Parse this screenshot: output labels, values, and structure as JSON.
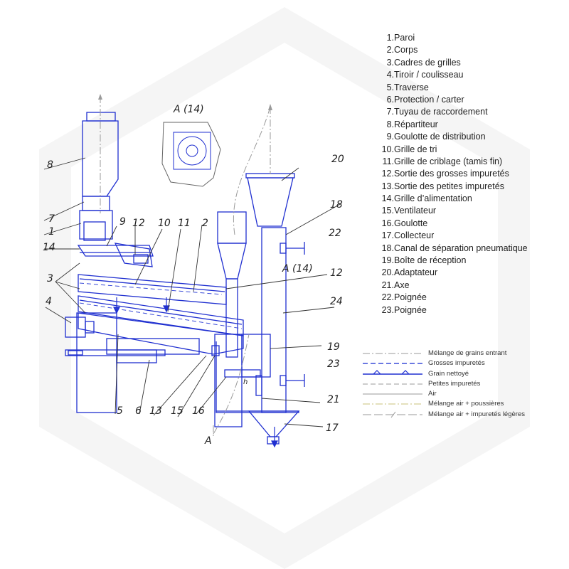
{
  "parts": [
    {
      "num": "1.",
      "label": "Paroi"
    },
    {
      "num": "2.",
      "label": "Corps"
    },
    {
      "num": "3.",
      "label": "Cadres de grilles"
    },
    {
      "num": "4.",
      "label": "Tiroir / coulisseau"
    },
    {
      "num": "5.",
      "label": "Traverse"
    },
    {
      "num": "6.",
      "label": "Protection / carter"
    },
    {
      "num": "7.",
      "label": "Tuyau de raccordement"
    },
    {
      "num": "8.",
      "label": "Répartiteur"
    },
    {
      "num": "9.",
      "label": "Goulotte de distribution"
    },
    {
      "num": "10.",
      "label": "Grille de tri"
    },
    {
      "num": "11.",
      "label": "Grille de criblage (tamis fin)"
    },
    {
      "num": "12.",
      "label": "Sortie des grosses impuretés"
    },
    {
      "num": "13.",
      "label": "Sortie des petites impuretés"
    },
    {
      "num": "14.",
      "label": "Grille d’alimentation"
    },
    {
      "num": "15.",
      "label": "Ventilateur"
    },
    {
      "num": "16.",
      "label": "Goulotte"
    },
    {
      "num": "17.",
      "label": "Collecteur"
    },
    {
      "num": "18.",
      "label": "Canal de séparation pneumatique"
    },
    {
      "num": "19.",
      "label": "Boîte de réception"
    },
    {
      "num": "20.",
      "label": "Adaptateur"
    },
    {
      "num": "21.",
      "label": "Axe"
    },
    {
      "num": "22.",
      "label": "Poignée"
    },
    {
      "num": "23.",
      "label": "Poignée"
    }
  ],
  "legend": [
    {
      "label": "Mélange de grains entrant",
      "style": "dashdot",
      "color": "#9a9a9a"
    },
    {
      "label": "Grosses impuretés",
      "style": "dashed",
      "color": "#3a4bd8"
    },
    {
      "label": "Grain nettoyé",
      "style": "solid-bumps",
      "color": "#1f2fd0"
    },
    {
      "label": "Petites impuretés",
      "style": "dashed-thin",
      "color": "#9a9a9a"
    },
    {
      "label": "Air",
      "style": "solid-thin",
      "color": "#9a9a9a"
    },
    {
      "label": "Mélange air + poussières",
      "style": "dashdot-thin",
      "color": "#c8c27a"
    },
    {
      "label": "Mélange air + impuretés légères",
      "style": "slash",
      "color": "#9a9a9a"
    }
  ],
  "callouts": {
    "n1": "1",
    "n2": "2",
    "n3": "3",
    "n4": "4",
    "n5": "5",
    "n6": "6",
    "n7": "7",
    "n8": "8",
    "n9": "9",
    "n10": "10",
    "n11": "11",
    "n12a": "12",
    "n12b": "12",
    "n13": "13",
    "n14": "14",
    "n15": "15",
    "n16": "16",
    "n17": "17",
    "n18": "18",
    "n19": "19",
    "n20": "20",
    "n21": "21",
    "n22": "22",
    "n23": "23",
    "n24": "24"
  },
  "views": {
    "detail_label": "A (14)",
    "section_label": "A (14)",
    "arrow_label": "A",
    "small_h": "h"
  },
  "colors": {
    "machine": "#1f2fd0",
    "leader": "#333333",
    "watermark": "#f4f4f4"
  }
}
